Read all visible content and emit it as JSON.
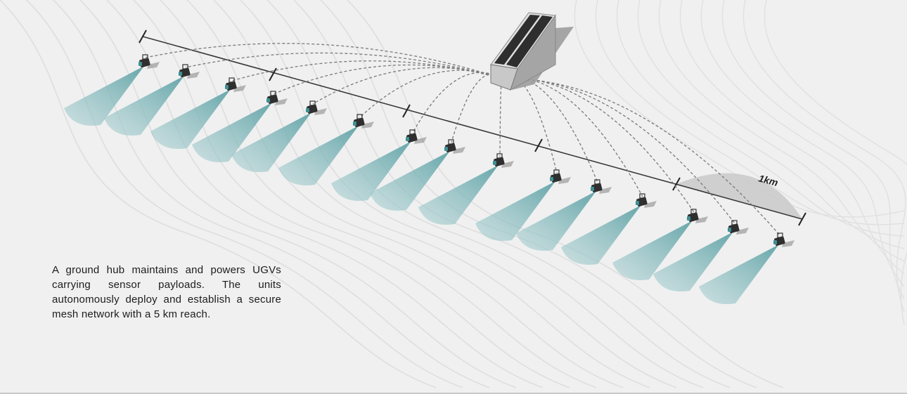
{
  "diagram": {
    "caption": "A ground hub maintains and powers UGVs carrying sensor payloads. The units autonomously deploy and establish a secure mesh network with a 5 km reach.",
    "scale_label": "1km",
    "ugv_count": 15,
    "colors": {
      "background": "#f0f0f0",
      "sensor_cone": "#7fb5b8",
      "scale_line": "#3a3a3a",
      "contour": "#dcdcdc",
      "hub_panel": "#2e2e2e",
      "hub_body": "#9a9a9a"
    }
  }
}
